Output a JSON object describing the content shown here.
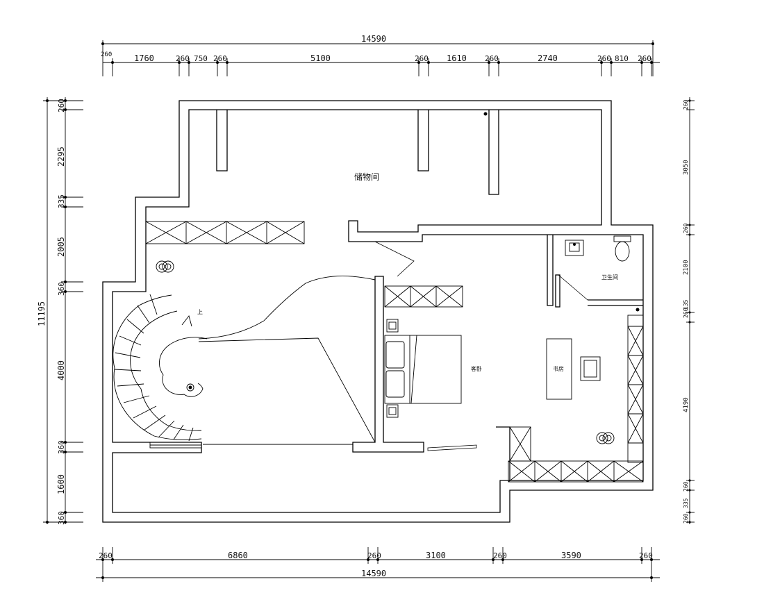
{
  "rooms": {
    "storage": "储物间",
    "bedroom": "客卧",
    "bathroom": "卫生间",
    "study": "书房"
  },
  "stair_marker": "上",
  "dims_top": {
    "overall": "14590",
    "segments": [
      "260",
      "1760",
      "260",
      "750",
      "260",
      "5100",
      "260",
      "1610",
      "260",
      "2740",
      "260",
      "810",
      "260"
    ]
  },
  "dims_bottom": {
    "overall": "14590",
    "segments": [
      "260",
      "6860",
      "260",
      "3100",
      "260",
      "3590",
      "260"
    ]
  },
  "dims_left": {
    "overall": "11195",
    "segments": [
      "260",
      "2295",
      "335",
      "2005",
      "360",
      "4000",
      "360",
      "1600",
      "360"
    ]
  },
  "dims_right": {
    "segments": [
      "260",
      "3050",
      "260",
      "2100",
      "260",
      "135",
      "4190",
      "260",
      "335",
      "260"
    ]
  }
}
